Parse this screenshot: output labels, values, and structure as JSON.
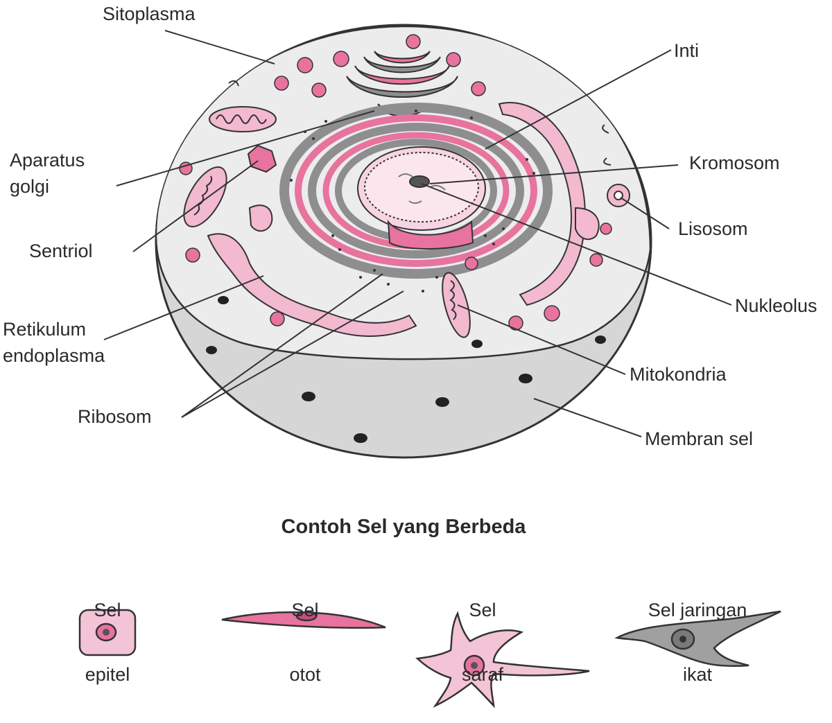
{
  "labels": {
    "sitoplasma": "Sitoplasma",
    "inti": "Inti",
    "aparatus_golgi": "Aparatus\ngolgi",
    "kromosom": "Kromosom",
    "lisosom": "Lisosom",
    "sentriol": "Sentriol",
    "nukleolus": "Nukleolus",
    "retikulum_endoplasma": "Retikulum\nendoplasma",
    "mitokondria": "Mitokondria",
    "ribosom": "Ribosom",
    "membran_sel": "Membran sel"
  },
  "examples": {
    "title": "Contoh Sel yang Berbeda",
    "items": [
      {
        "line1": "Sel",
        "line2": "epitel"
      },
      {
        "line1": "Sel",
        "line2": "otot"
      },
      {
        "line1": "Sel",
        "line2": "saraf"
      },
      {
        "line1": "Sel jaringan",
        "line2": "ikat"
      }
    ]
  },
  "colors": {
    "pink": "#e7739e",
    "light_pink": "#f3c3d6",
    "gray": "#8e8e8e",
    "cytoplasm": "#e9e9e9",
    "cut_surface": "#d4d4d4",
    "outline": "#333333"
  }
}
